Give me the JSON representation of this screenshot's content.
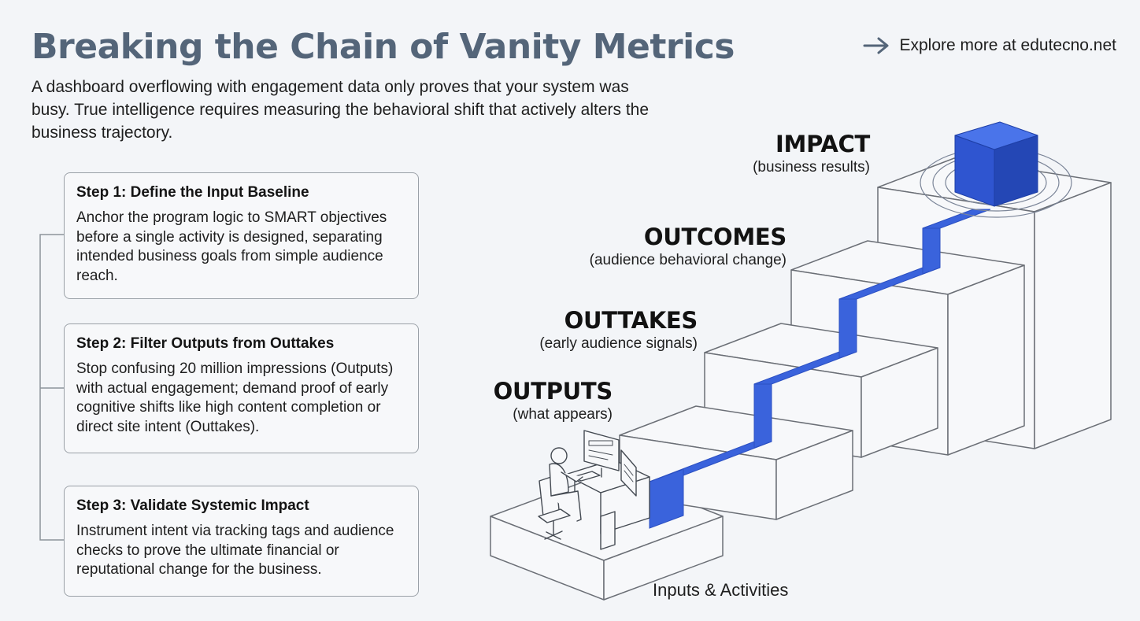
{
  "header": {
    "title": "Breaking the Chain of Vanity Metrics",
    "subtitle": "A dashboard overflowing with engagement data only proves that your system was busy. True intelligence requires measuring the behavioral shift that actively alters the business trajectory.",
    "explore_link": "Explore more at edutecno.net",
    "explore_icon": "arrow-right-icon"
  },
  "steps": [
    {
      "title": "Step 1: Define the Input Baseline",
      "body": "Anchor the program logic to SMART objectives before a single activity is designed, separating intended business goals from simple audience reach."
    },
    {
      "title": "Step 2: Filter Outputs from Outtakes",
      "body": "Stop confusing 20 million impressions (Outputs) with actual engagement; demand proof of early cognitive shifts like high content completion or direct site intent (Outtakes)."
    },
    {
      "title": "Step 3: Validate Systemic Impact",
      "body": "Instrument intent via tracking tags and audience checks to prove the ultimate financial or reputational change for the business."
    }
  ],
  "stairs": {
    "levels": [
      {
        "name": "IMPACT",
        "caption": "(business results)"
      },
      {
        "name": "OUTCOMES",
        "caption": "(audience behavioral change)"
      },
      {
        "name": "OUTTAKES",
        "caption": "(early audience signals)"
      },
      {
        "name": "OUTPUTS",
        "caption": "(what appears)"
      }
    ],
    "base_label": "Inputs & Activities",
    "colors": {
      "path": "#3a63dc",
      "cube_front": "#2f55d0",
      "cube_top": "#4a74ea",
      "cube_side": "#2447b5",
      "stroke": "#6b6f76"
    }
  }
}
